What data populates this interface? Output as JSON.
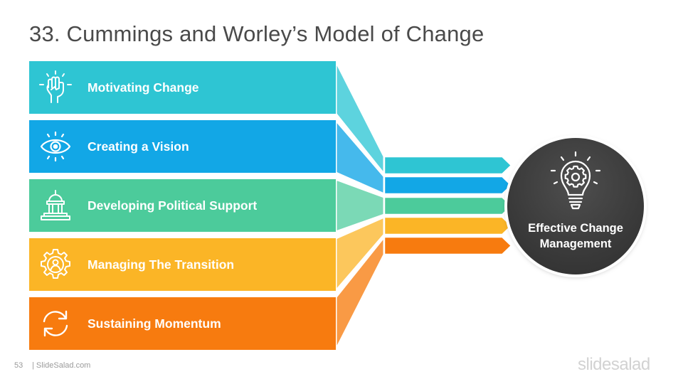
{
  "slide": {
    "title": "33. Cummings and Worley’s Model of Change"
  },
  "stages": [
    {
      "label": "Motivating Change",
      "icon": "raised-fist-icon",
      "color": "#2ec5d3",
      "light": "#5dd3de"
    },
    {
      "label": "Creating a Vision",
      "icon": "eye-icon",
      "color": "#12a7e6",
      "light": "#45b9ec"
    },
    {
      "label": "Developing Political Support",
      "icon": "capitol-building-icon",
      "color": "#4ccb9b",
      "light": "#7bd9b6"
    },
    {
      "label": "Managing The Transition",
      "icon": "gear-person-icon",
      "color": "#fbb526",
      "light": "#fcc75c"
    },
    {
      "label": "Sustaining Momentum",
      "icon": "refresh-cycle-icon",
      "color": "#f77b0f",
      "light": "#f99a45"
    }
  ],
  "hub": {
    "line1": "Effective Change",
    "line2": "Management",
    "icon": "lightbulb-gear-icon",
    "color": "#3a3a3a"
  },
  "footer": {
    "page_number": "53",
    "site": "| SlideSalad.com",
    "brand": "slidesalad"
  }
}
